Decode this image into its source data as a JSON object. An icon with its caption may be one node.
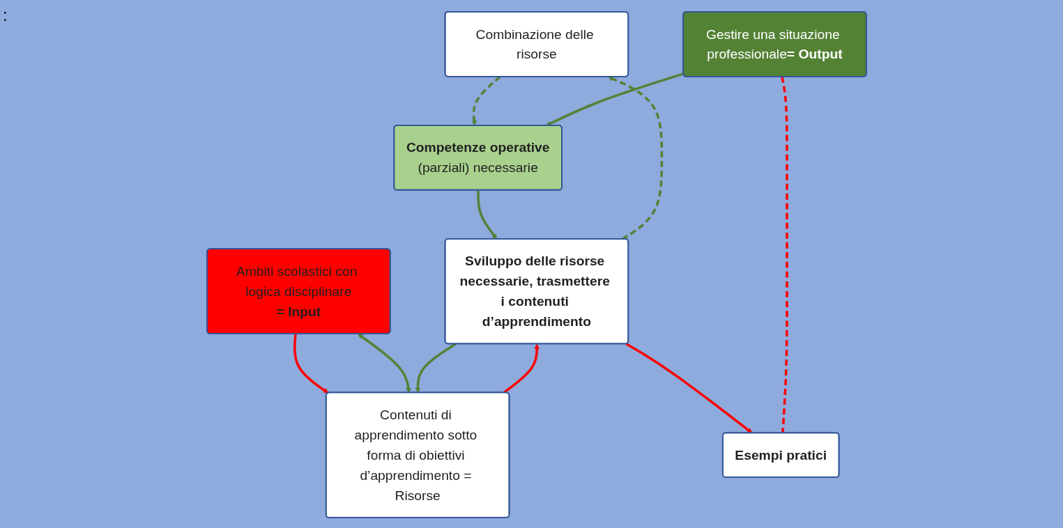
{
  "diagram": {
    "nodes": [
      {
        "text": [
          "Combinazione delle risorse"
        ]
      },
      {
        "text": [
          "Gestire una situazione professionale**= Output**"
        ]
      },
      {
        "text": [
          "Ambiti scolastici con logica disciplinare",
          "**= Input**"
        ]
      },
      {
        "text": [
          "**Competenze operative**",
          "(parziali) necessarie"
        ]
      },
      {
        "text": [
          "Contenuti di apprendimento sotto forma di obiettivi d’apprendimento = Risorse"
        ]
      },
      {
        "text": [
          "Sviluppo delle risorse necessarie, trasmettere i contenuti d’apprendimento"
        ]
      },
      {
        "text": [
          "Esempi pratici"
        ]
      }
    ],
    "edges": [
      {
        "from": 2,
        "to": 4,
        "arrow": "to",
        "color": "#ff0000"
      },
      {
        "from": 2,
        "to": 4,
        "arrow": "both"
      },
      {
        "from": 5,
        "to": 4,
        "arrow": "to"
      },
      {
        "from": 4,
        "to": 5,
        "arrow": "to",
        "color": "#ff0000"
      },
      {
        "from": 5,
        "to": 0,
        "arrow": "to",
        "style": "dashed"
      },
      {
        "from": 0,
        "to": 3,
        "arrow": "to",
        "style": "dashed"
      },
      {
        "from": 1,
        "to": 3,
        "arrow": "to"
      },
      {
        "from": 3,
        "to": 5,
        "arrow": "to"
      },
      {
        "from": 5,
        "to": 6,
        "arrow": "to",
        "color": "#ff0000"
      },
      {
        "from": 1,
        "to": 6,
        "arrow": "none",
        "style": "dashed",
        "color": "#ff0000"
      }
    ],
    "labels": [
      ":"
    ]
  }
}
